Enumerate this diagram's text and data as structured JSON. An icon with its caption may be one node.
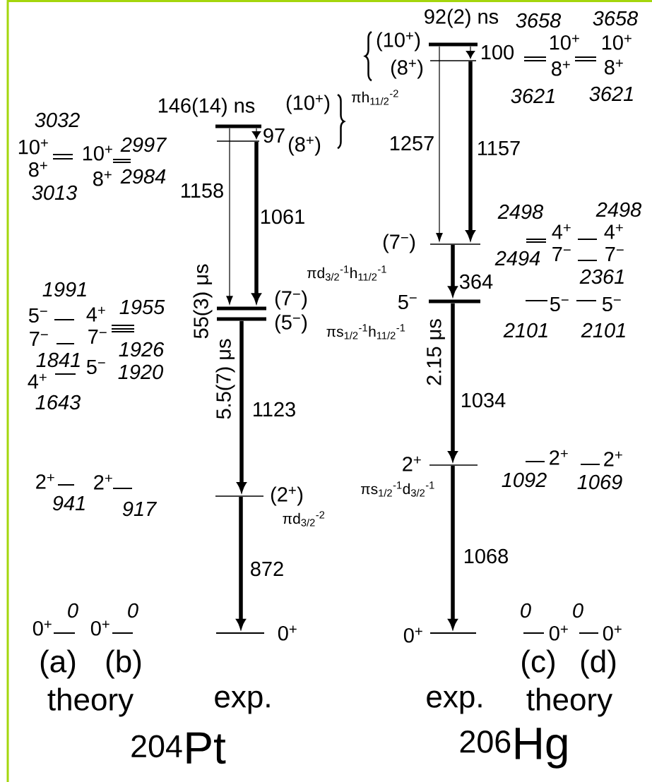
{
  "diagram": {
    "nodes": [
      {
        "text": [
          "(10$^{+}$)"
        ],
        "beside": [
          "146(14) ns"
        ]
      },
      {
        "text": [
          "(8$^{+}$)"
        ]
      },
      {
        "text": [
          "(7$^{−}$)"
        ],
        "beside": [
          "55(3) μs"
        ]
      },
      {
        "text": [
          "(5$^{−}$)"
        ],
        "beside": [
          "5.5(7) μs"
        ]
      },
      {
        "text": [
          "(2$^{+}$)"
        ]
      },
      {
        "text": [
          "0$^{+}$"
        ]
      },
      {
        "text": [
          "(10$^{+}$)"
        ],
        "beside": [
          "92(2) ns"
        ]
      },
      {
        "text": [
          "(8$^{+}$)"
        ]
      },
      {
        "text": [
          "(7$^{−}$)"
        ]
      },
      {
        "text": [
          "5$^{−}$"
        ],
        "beside": [
          "2.15 μs"
        ]
      },
      {
        "text": [
          "2$^{+}$"
        ]
      },
      {
        "text": [
          "0$^{+}$"
        ]
      },
      {
        "text": [
          "3032",
          "10$^{+}$"
        ]
      },
      {
        "text": [
          "8$^{+}$",
          "3013"
        ]
      },
      {
        "text": [
          "1991",
          "5$^{−}$"
        ]
      },
      {
        "text": [
          "7$^{−}$",
          "1841"
        ]
      },
      {
        "text": [
          "4$^{+}$",
          "1643"
        ]
      },
      {
        "text": [
          "2$^{+}$",
          "941"
        ]
      },
      {
        "text": [
          "0$^{+}$",
          "0"
        ]
      },
      {
        "text": [
          "10$^{+}$",
          "2997"
        ]
      },
      {
        "text": [
          "8$^{+}$",
          "2984"
        ]
      },
      {
        "text": [
          "4$^{+}$",
          "1955"
        ]
      },
      {
        "text": [
          "7$^{−}$",
          "1926"
        ]
      },
      {
        "text": [
          "5$^{−}$",
          "1920"
        ]
      },
      {
        "text": [
          "2$^{+}$",
          "917"
        ]
      },
      {
        "text": [
          "0$^{+}$",
          "0"
        ]
      },
      {
        "text": [
          "3658",
          "10$^{+}$"
        ]
      },
      {
        "text": [
          "8$^{+}$",
          "3621"
        ]
      },
      {
        "text": [
          "2498",
          "4$^{+}$"
        ]
      },
      {
        "text": [
          "2494",
          "7$^{−}$"
        ]
      },
      {
        "text": [
          "5$^{−}$",
          "2101"
        ]
      },
      {
        "text": [
          "2$^{+}$",
          "1092"
        ]
      },
      {
        "text": [
          "0$^{+}$",
          "0"
        ]
      },
      {
        "text": [
          "3658",
          "10$^{+}$"
        ]
      },
      {
        "text": [
          "8$^{+}$",
          "3621"
        ]
      },
      {
        "text": [
          "2498",
          "4$^{+}$"
        ]
      },
      {
        "text": [
          "7$^{−}$",
          "2361"
        ]
      },
      {
        "text": [
          "5$^{−}$",
          "2101"
        ]
      },
      {
        "text": [
          "2$^{+}$",
          "1069"
        ]
      },
      {
        "text": [
          "0$^{+}$",
          "0"
        ]
      }
    ],
    "edges": [
      {
        "from": 0,
        "to": 1,
        "arrow": "to",
        "label": "97"
      },
      {
        "from": 0,
        "to": 2,
        "arrow": "to",
        "label": "1158"
      },
      {
        "from": 1,
        "to": 2,
        "arrow": "to",
        "label": "1061"
      },
      {
        "from": 3,
        "to": 4,
        "arrow": "to",
        "label": "1123"
      },
      {
        "from": 4,
        "to": 5,
        "arrow": "to",
        "label": "872"
      },
      {
        "from": 6,
        "to": 7,
        "arrow": "to",
        "label": "100"
      },
      {
        "from": 6,
        "to": 8,
        "arrow": "to",
        "label": "1257"
      },
      {
        "from": 7,
        "to": 8,
        "arrow": "to",
        "label": "1157"
      },
      {
        "from": 8,
        "to": 9,
        "arrow": "to",
        "label": "364"
      },
      {
        "from": 9,
        "to": 10,
        "arrow": "to",
        "label": "1034"
      },
      {
        "from": 10,
        "to": 11,
        "arrow": "to",
        "label": "1068"
      }
    ],
    "labels": [
      "πh$_{11/2}$$^{-2}$",
      "πd$_{3/2}$$^{-1}$h$_{11/2}$$^{-1}$",
      "πs$_{1/2}$$^{-1}$h$_{11/2}$$^{-1}$",
      "πd$_{3/2}$$^{-2}$",
      "πs$_{1/2}$$^{-1}$d$_{3/2}$$^{-1}$",
      "(a)",
      "(b)",
      "theory",
      "exp.",
      "$^{204}$Pt",
      "exp.",
      "(c)",
      "(d)",
      "theory",
      "$^{206}$Hg"
    ]
  }
}
